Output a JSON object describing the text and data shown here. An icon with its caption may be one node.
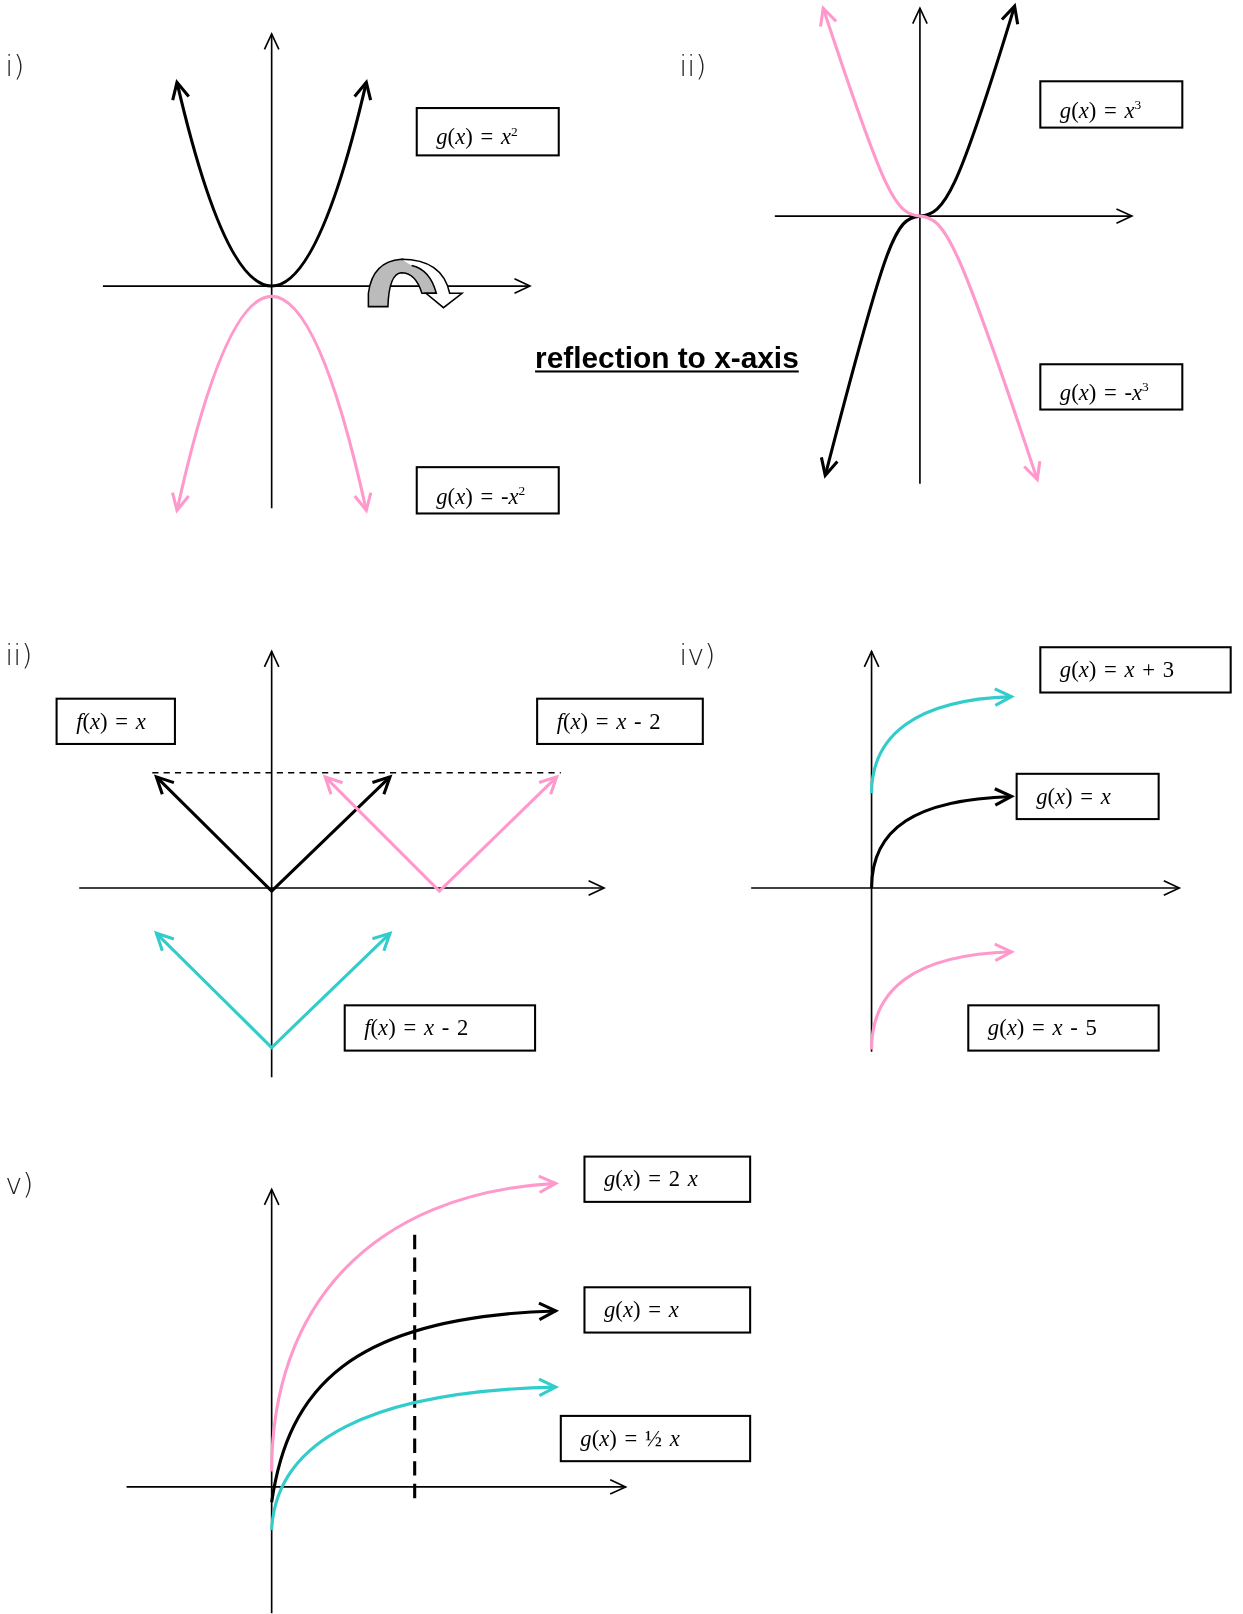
{
  "diagram": {
    "nodes": [
      {
        "text": [
          "*g*(*x*) = *x*$^{2}$"
        ]
      },
      {
        "text": [
          "*g*(*x*) = -*x*$^{2}$"
        ]
      },
      {
        "text": [
          "*g*(*x*) = *x*$^{3}$"
        ]
      },
      {
        "text": [
          "*g*(*x*) = -*x*$^{3}$"
        ]
      },
      {
        "text": [
          "*f*(*x*) = *x*"
        ]
      },
      {
        "text": [
          "*f*(*x*) = *x* - 2"
        ]
      },
      {
        "text": [
          "*f*(*x*) = *x* - 2"
        ]
      },
      {
        "text": [
          "*g*(*x*) = *x* + 3"
        ]
      },
      {
        "text": [
          "*g*(*x*) = *x*"
        ]
      },
      {
        "text": [
          "*g*(*x*) = *x* - 5"
        ]
      },
      {
        "text": [
          "*g*(*x*) = 2 *x*"
        ]
      },
      {
        "text": [
          "*g*(*x*) = *x*"
        ]
      },
      {
        "text": [
          "*g*(*x*) = ½ *x*"
        ]
      }
    ],
    "labels": [
      "i)",
      "ii)",
      "reflection to x-axis",
      "ii)",
      "iv)",
      "v)"
    ]
  }
}
